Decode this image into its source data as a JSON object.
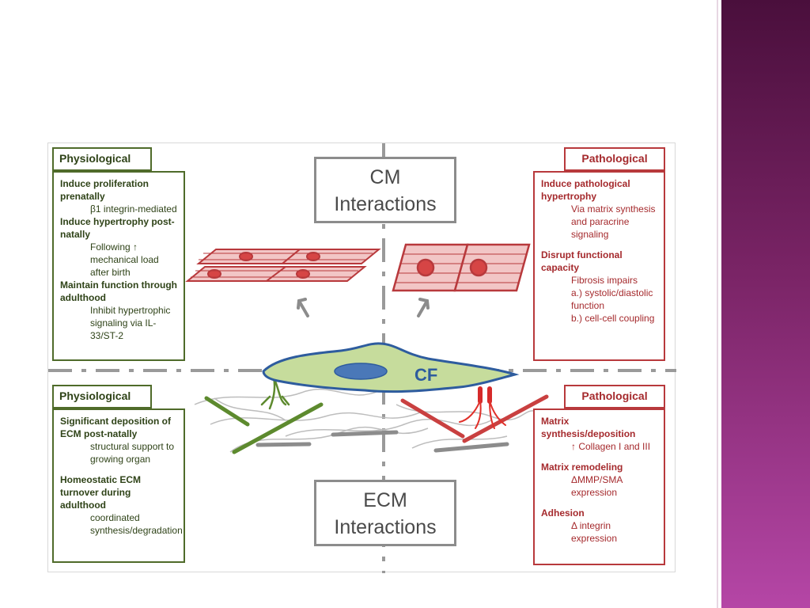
{
  "cm_title": "CM\nInteractions",
  "ecm_title": "ECM\nInteractions",
  "cf_label": "CF",
  "top_left": {
    "header": "Physiological",
    "items": [
      {
        "heading": "Induce proliferation prenatally",
        "detail": "β1 integrin-mediated"
      },
      {
        "heading": "Induce hypertrophy post-natally",
        "detail": "Following ↑ mechanical load after birth"
      },
      {
        "heading": "Maintain function through adulthood",
        "detail": "Inhibit hypertrophic signaling via IL-33/ST-2"
      }
    ]
  },
  "top_right": {
    "header": "Pathological",
    "items": [
      {
        "heading": "Induce pathological hypertrophy",
        "detail": "Via matrix synthesis and paracrine signaling"
      },
      {
        "heading": "Disrupt functional capacity",
        "detail": "Fibrosis impairs",
        "sub": [
          "a.) systolic/diastolic function",
          "b.) cell-cell coupling"
        ]
      }
    ]
  },
  "bottom_left": {
    "header": "Physiological",
    "items": [
      {
        "heading": "Significant deposition of ECM post-natally",
        "detail": "structural support to growing organ"
      },
      {
        "heading": "Homeostatic ECM turnover during adulthood",
        "detail": "coordinated synthesis/degradation"
      }
    ]
  },
  "bottom_right": {
    "header": "Pathological",
    "items": [
      {
        "heading": "Matrix synthesis/deposition",
        "detail": "↑ Collagen I and III"
      },
      {
        "heading": "Matrix remodeling",
        "detail": "ΔMMP/SMA expression"
      },
      {
        "heading": "Adhesion",
        "detail": "Δ integrin expression"
      }
    ]
  },
  "colors": {
    "physiological": "#4f6b2a",
    "pathological": "#b8393c",
    "cell": "#c6dc9c",
    "nucleus": "#4a78b8",
    "sidebar": "#7a2466"
  }
}
